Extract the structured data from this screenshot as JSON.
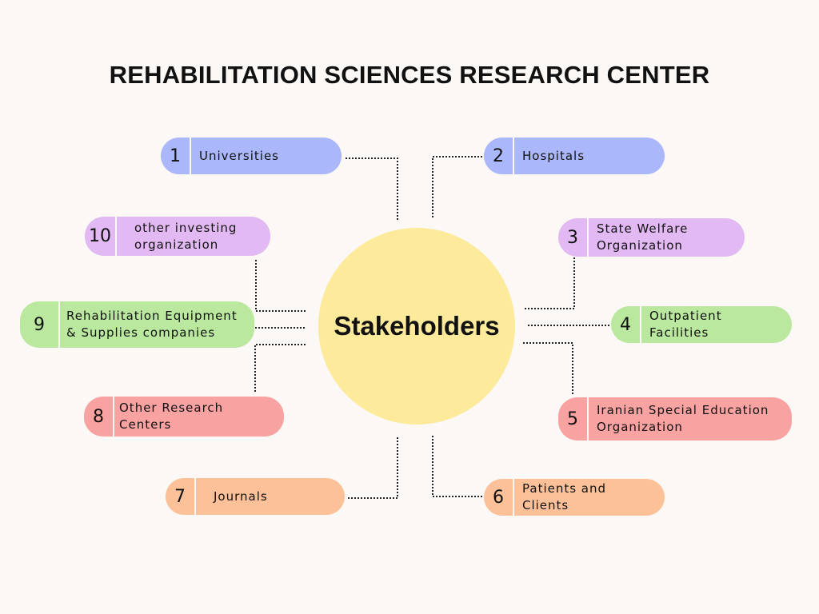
{
  "title": "REHABILITATION SCIENCES RESEARCH CENTER",
  "hub": {
    "label": "Stakeholders",
    "color": "#fdea9b"
  },
  "colors": {
    "blue": "#abb7fb",
    "purple": "#e2b9f2",
    "green": "#b9e89e",
    "red": "#f8a2a2",
    "orange": "#fcc198",
    "connector": "#222222"
  },
  "stakeholders": [
    {
      "num": "1",
      "label": "Universities"
    },
    {
      "num": "2",
      "label": "Hospitals"
    },
    {
      "num": "3",
      "label": "State Welfare\nOrganization"
    },
    {
      "num": "4",
      "label": "Outpatient\nFacilities"
    },
    {
      "num": "5",
      "label": "Iranian Special Education\nOrganization"
    },
    {
      "num": "6",
      "label": "Patients and\nClients"
    },
    {
      "num": "7",
      "label": "Journals"
    },
    {
      "num": "8",
      "label": "Other Research\nCenters"
    },
    {
      "num": "9",
      "label": "Rehabilitation Equipment\n& Supplies companies"
    },
    {
      "num": "10",
      "label": "other investing\norganization"
    }
  ]
}
